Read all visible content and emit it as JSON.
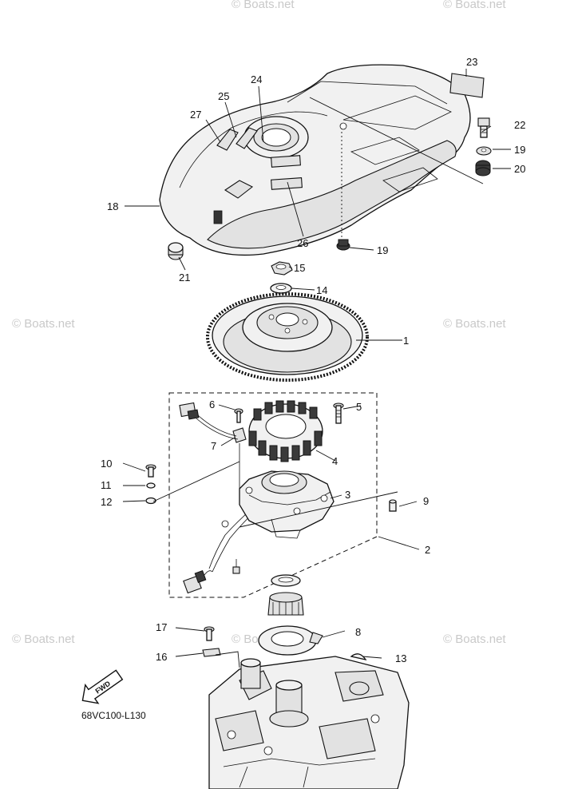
{
  "diagram": {
    "part_code": "68VC100-L130",
    "fwd_label": "FWD",
    "watermark": "© Boats.net",
    "callouts": [
      {
        "id": "1",
        "label": "1"
      },
      {
        "id": "2",
        "label": "2"
      },
      {
        "id": "3",
        "label": "3"
      },
      {
        "id": "4",
        "label": "4"
      },
      {
        "id": "5",
        "label": "5"
      },
      {
        "id": "6",
        "label": "6"
      },
      {
        "id": "7",
        "label": "7"
      },
      {
        "id": "8",
        "label": "8"
      },
      {
        "id": "9",
        "label": "9"
      },
      {
        "id": "10",
        "label": "10"
      },
      {
        "id": "11",
        "label": "11"
      },
      {
        "id": "12",
        "label": "12"
      },
      {
        "id": "13",
        "label": "13"
      },
      {
        "id": "14",
        "label": "14"
      },
      {
        "id": "15",
        "label": "15"
      },
      {
        "id": "16",
        "label": "16"
      },
      {
        "id": "17",
        "label": "17"
      },
      {
        "id": "18",
        "label": "18"
      },
      {
        "id": "19a",
        "label": "19"
      },
      {
        "id": "19b",
        "label": "19"
      },
      {
        "id": "20",
        "label": "20"
      },
      {
        "id": "21",
        "label": "21"
      },
      {
        "id": "22",
        "label": "22"
      },
      {
        "id": "23",
        "label": "23"
      },
      {
        "id": "24",
        "label": "24"
      },
      {
        "id": "25",
        "label": "25"
      },
      {
        "id": "26",
        "label": "26"
      },
      {
        "id": "27",
        "label": "27"
      }
    ]
  }
}
